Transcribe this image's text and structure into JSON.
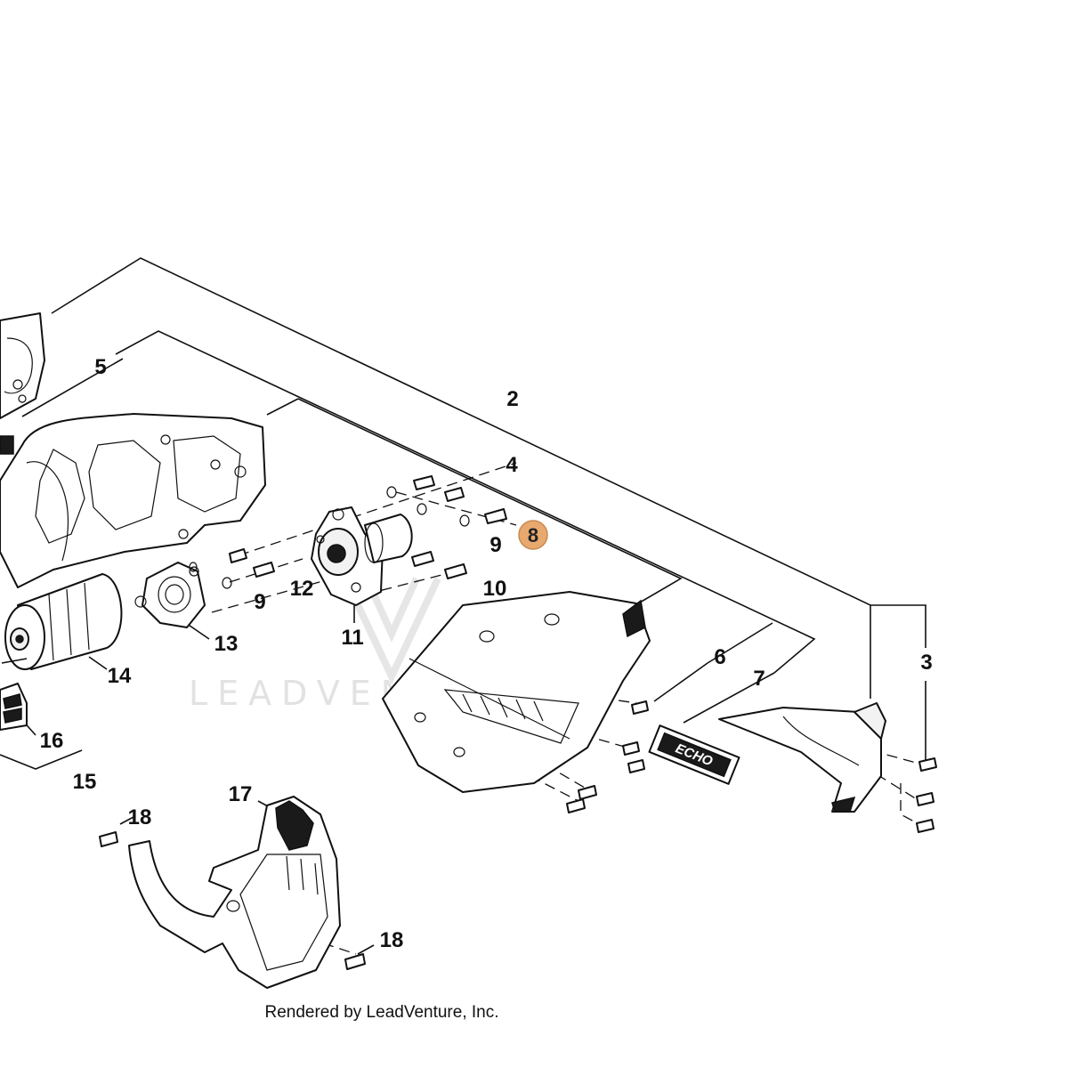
{
  "diagram": {
    "callouts": {
      "c2": "2",
      "c3": "3",
      "c4": "4",
      "c5": "5",
      "c6": "6",
      "c7": "7",
      "c8": "8",
      "c9a": "9",
      "c9b": "9",
      "c10": "10",
      "c11": "11",
      "c12": "12",
      "c13": "13",
      "c14": "14",
      "c15": "15",
      "c16": "16",
      "c17": "17",
      "c18a": "18",
      "c18b": "18"
    },
    "highlighted_callout": "8",
    "highlight_color": "#e8a96e",
    "watermark": "LEADVENTURE",
    "logo_text": "ECHO",
    "credit": "Rendered by LeadVenture, Inc."
  }
}
